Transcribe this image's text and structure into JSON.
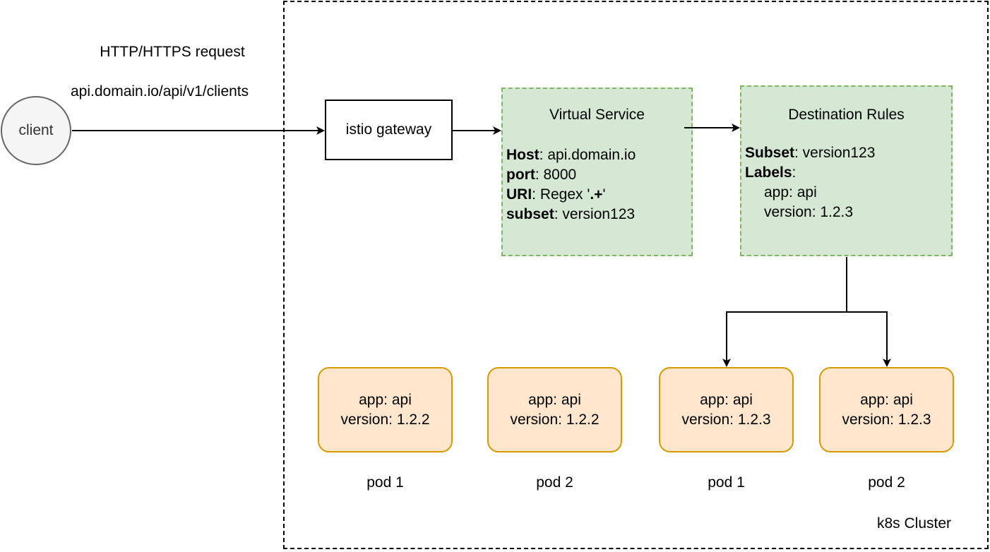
{
  "request": {
    "protocol_label": "HTTP/HTTPS request",
    "url_label": "api.domain.io/api/v1/clients"
  },
  "client": {
    "label": "client"
  },
  "gateway": {
    "label": "istio gateway"
  },
  "virtual_service": {
    "title": "Virtual Service",
    "fields": [
      {
        "key": "Host",
        "value": ": api.domain.io"
      },
      {
        "key": "port",
        "value": ": 8000"
      },
      {
        "key": "URI",
        "value": ": Regex '",
        "bold_suffix": ".+",
        "after": "'"
      },
      {
        "key": "subset",
        "value": ": version123"
      }
    ]
  },
  "destination_rules": {
    "title": "Destination Rules",
    "subset_key": "Subset",
    "subset_value": ": version123",
    "labels_key": "Labels",
    "labels_suffix": ":",
    "label_lines": [
      "app: api",
      "version: 1.2.3"
    ]
  },
  "pods": [
    {
      "app": "app: api",
      "version": "version: 1.2.2",
      "name": "pod 1"
    },
    {
      "app": "app: api",
      "version": "version: 1.2.2",
      "name": "pod 2"
    },
    {
      "app": "app: api",
      "version": "version: 1.2.3",
      "name": "pod 1"
    },
    {
      "app": "app: api",
      "version": "version: 1.2.3",
      "name": "pod 2"
    }
  ],
  "cluster": {
    "label": "k8s Cluster"
  },
  "colors": {
    "green_fill": "#d5e8d4",
    "green_border": "#82b366",
    "pod_fill": "#ffe6cc",
    "pod_border": "#d79b00",
    "client_fill": "#f5f5f5",
    "client_border": "#666666"
  }
}
